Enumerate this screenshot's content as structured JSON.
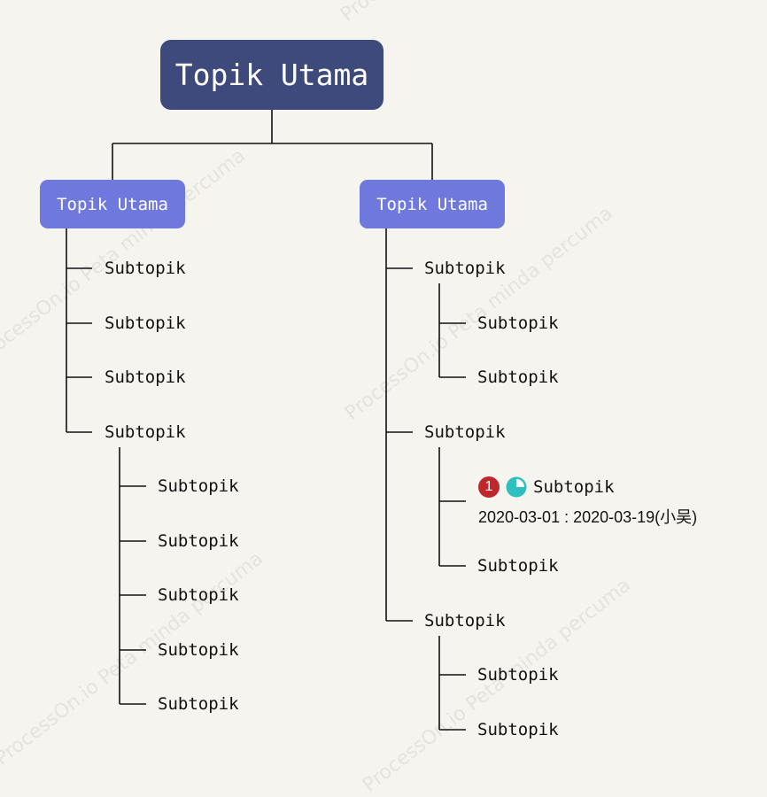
{
  "watermark": "ProcessOn.io Peta minda percuma",
  "root": {
    "label": "Topik Utama",
    "color": "#3e4a7c"
  },
  "branches": [
    {
      "label": "Topik Utama",
      "color": "#6f78dd",
      "children": [
        {
          "label": "Subtopik"
        },
        {
          "label": "Subtopik"
        },
        {
          "label": "Subtopik"
        },
        {
          "label": "Subtopik",
          "children": [
            {
              "label": "Subtopik"
            },
            {
              "label": "Subtopik"
            },
            {
              "label": "Subtopik"
            },
            {
              "label": "Subtopik"
            },
            {
              "label": "Subtopik"
            }
          ]
        }
      ]
    },
    {
      "label": "Topik Utama",
      "color": "#6f78dd",
      "children": [
        {
          "label": "Subtopik",
          "children": [
            {
              "label": "Subtopik"
            },
            {
              "label": "Subtopik"
            }
          ]
        },
        {
          "label": "Subtopik",
          "children": [
            {
              "label": "Subtopik",
              "priority": "1",
              "progress_icon": "progress-quarter-icon",
              "date_range": "2020-03-01 : 2020-03-19(小吴)"
            },
            {
              "label": "Subtopik"
            }
          ]
        },
        {
          "label": "Subtopik",
          "children": [
            {
              "label": "Subtopik"
            },
            {
              "label": "Subtopik"
            }
          ]
        }
      ]
    }
  ],
  "colors": {
    "priority_badge": "#c0272d",
    "progress": "#2fbfbf",
    "line": "#111111",
    "background": "#f5f4ee"
  }
}
